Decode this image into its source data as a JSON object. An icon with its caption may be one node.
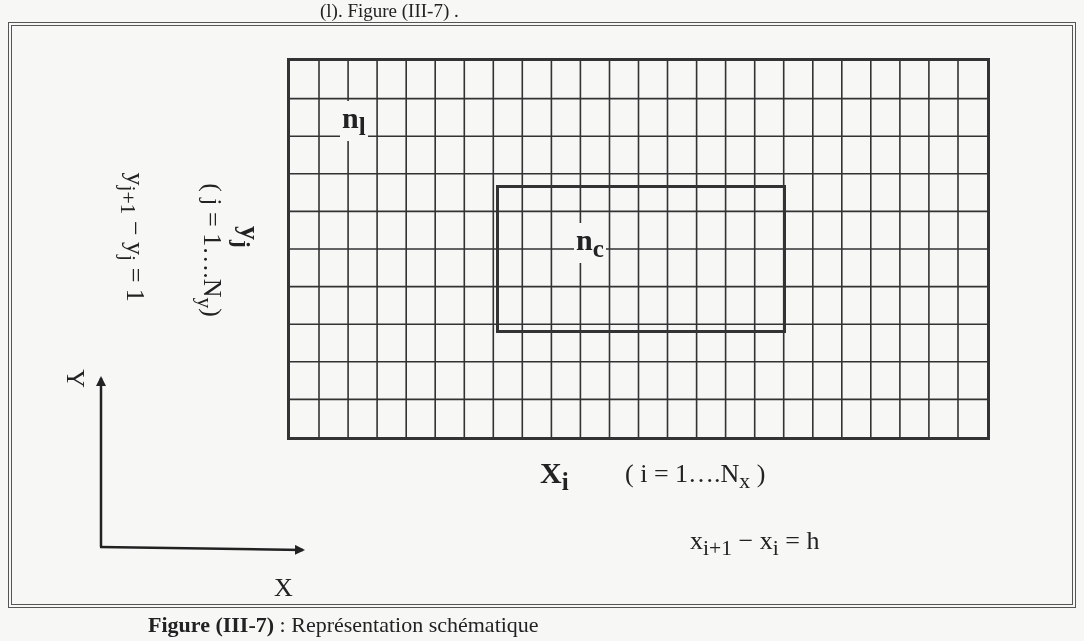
{
  "diagram": {
    "caption": "**Figure (III-7)** : Représentation schématique",
    "nodes": [
      {
        "text": [
          "n$_{l}$"
        ]
      },
      {
        "text": [
          "n$_{c}$"
        ],
        "in": 0
      }
    ],
    "edges": [],
    "labels": [
      "(l). Figure (III-7) .",
      "y$_{j}$",
      "( j = 1….N$_{y}$)",
      "y$_{j+1}$ − y$_{j}$ = 1",
      "Y",
      "X$_{i}$",
      "( i = 1….N$_{x}$ )",
      "x$_{i+1}$ − x$_{i}$  = h",
      "X"
    ]
  }
}
